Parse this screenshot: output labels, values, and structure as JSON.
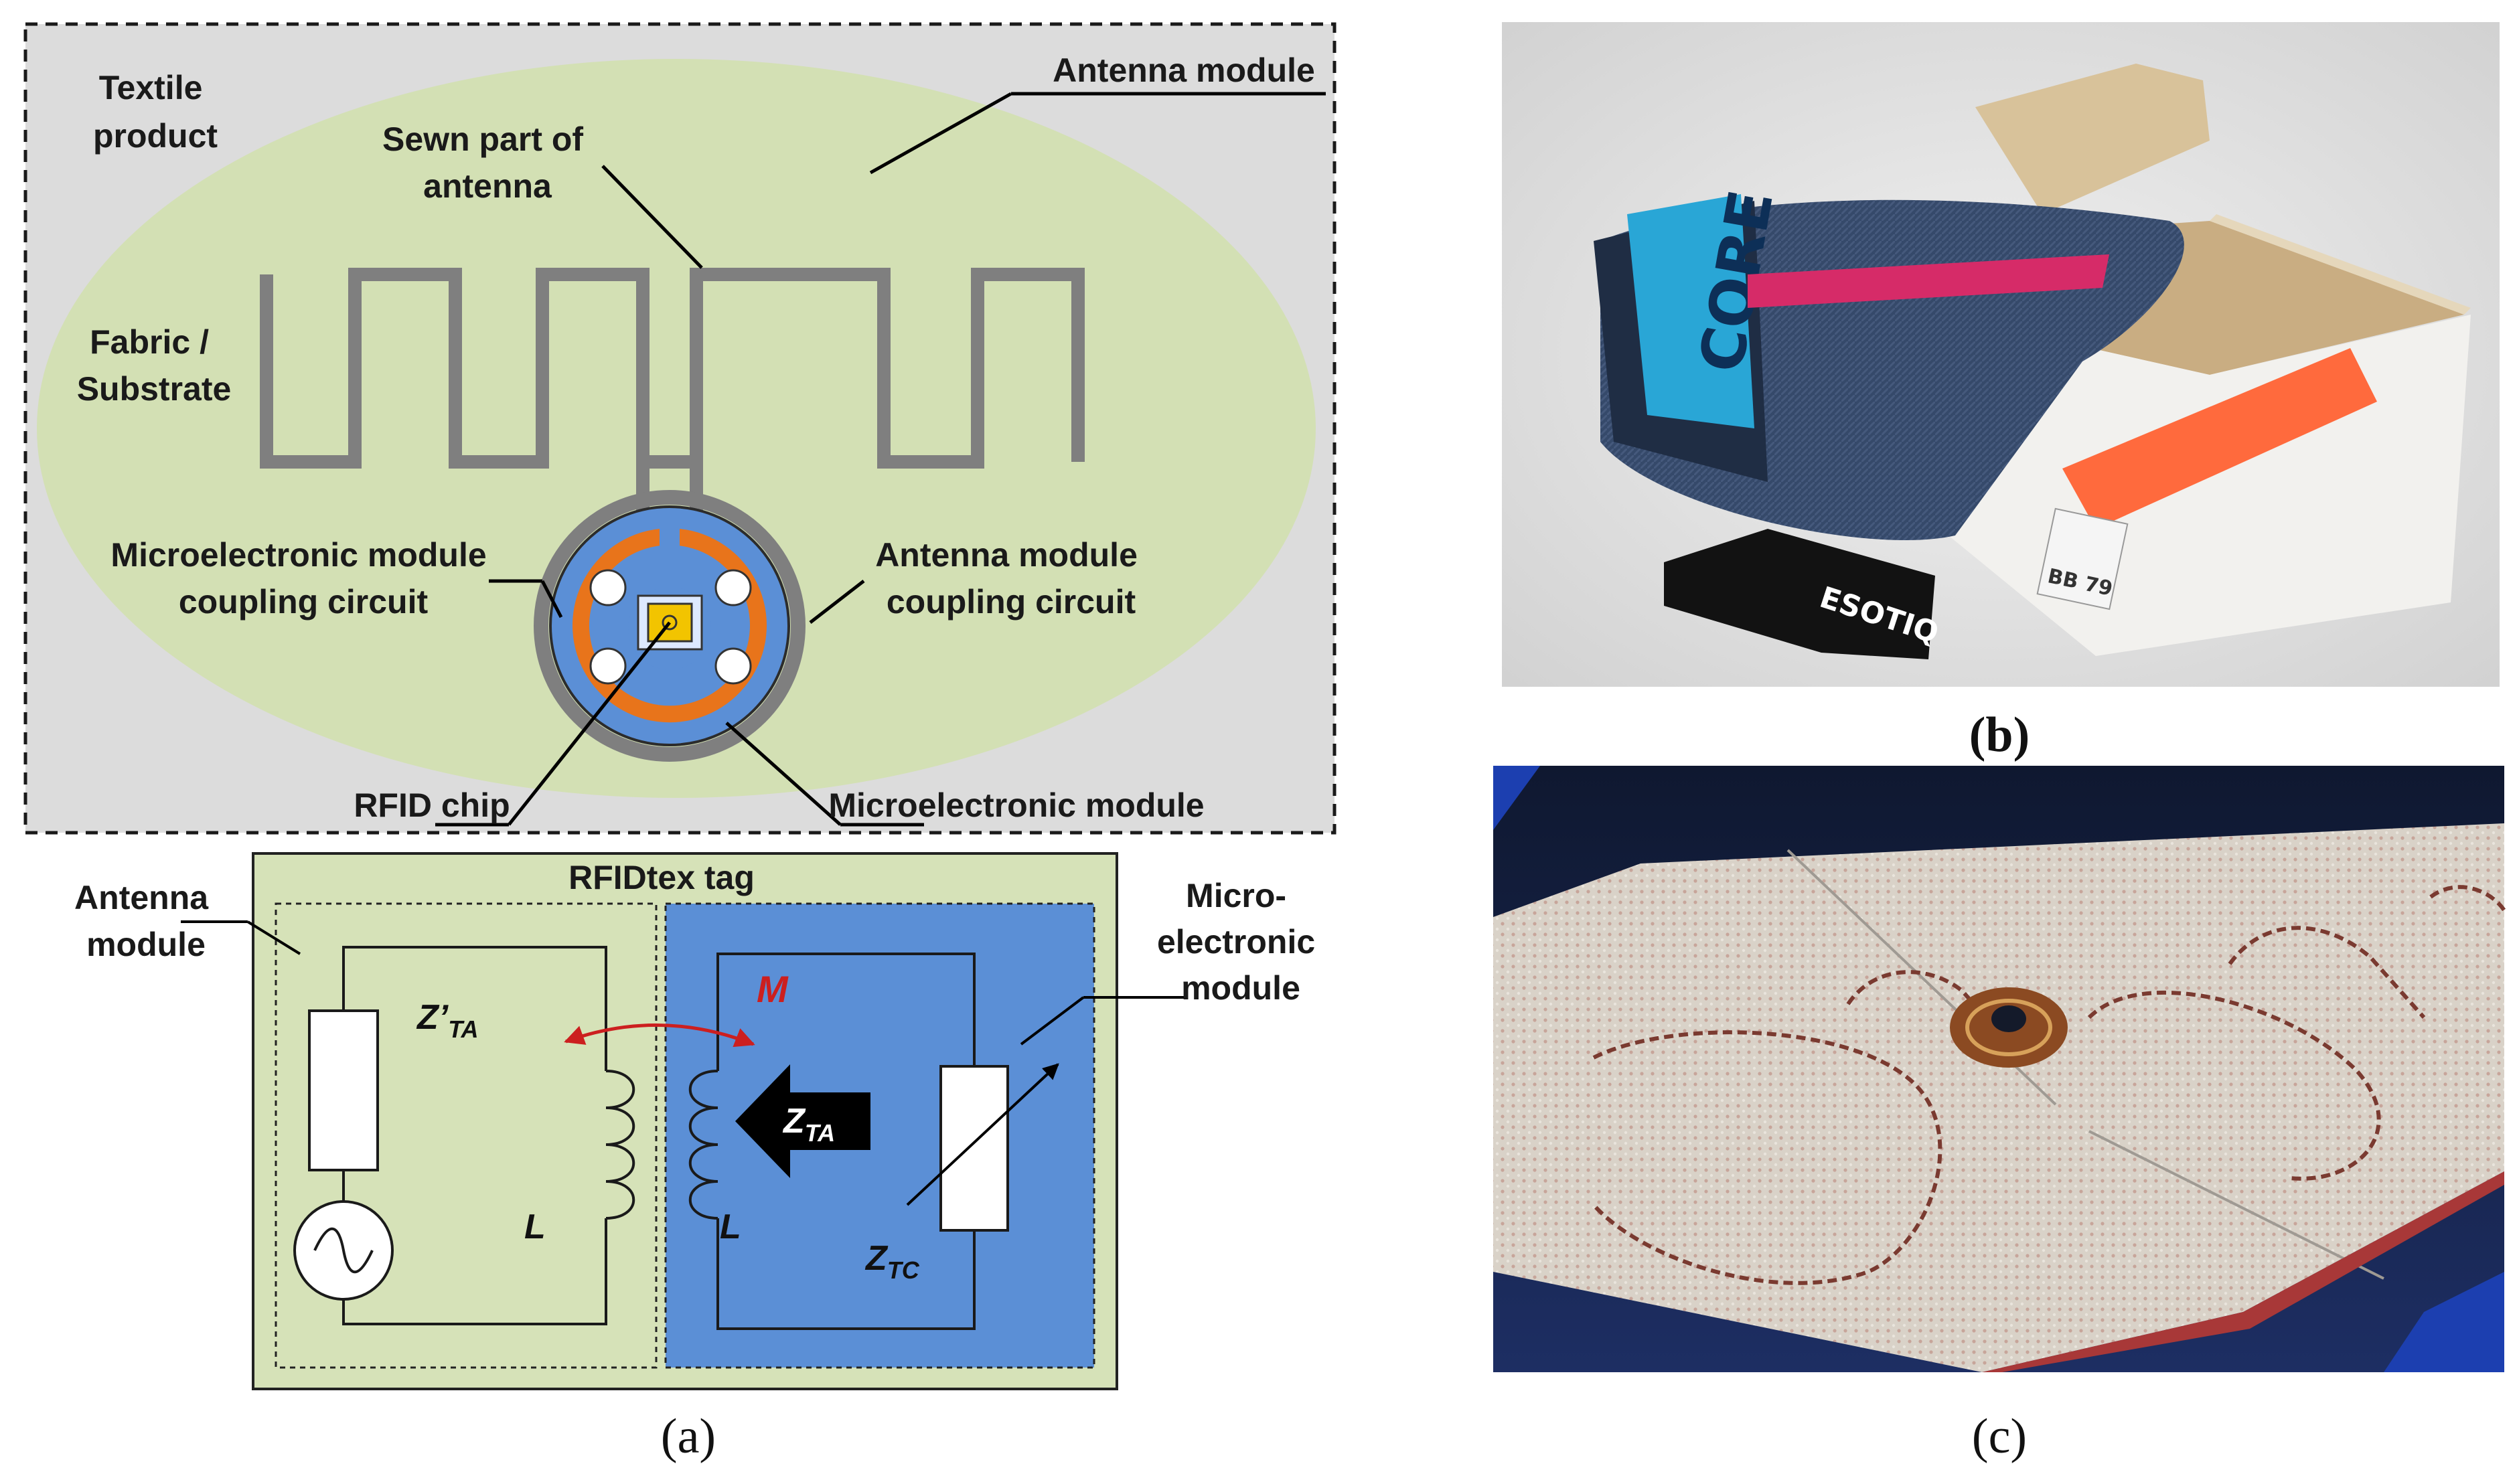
{
  "panel_a": {
    "top": {
      "textile_product": [
        "Textile",
        "product"
      ],
      "antenna_module": "Antenna module",
      "sewn_part": [
        "Sewn part of",
        "antenna"
      ],
      "fabric_substrate": [
        "Fabric /",
        "Substrate"
      ],
      "microelectronic_coupling": [
        "Microelectronic module",
        "coupling circuit"
      ],
      "antenna_coupling": [
        "Antenna module",
        "coupling circuit"
      ],
      "rfid_chip": "RFID chip",
      "microelectronic_module": "Microelectronic  module"
    },
    "bottom": {
      "tag_title": "RFIDtex tag",
      "antenna_module": [
        "Antenna",
        "module"
      ],
      "micro_module": [
        "Micro-",
        "electronic",
        "module"
      ],
      "z_ta_prime_main": "Z’",
      "z_ta_prime_sub": "TA",
      "l_left": "L",
      "l_right": "L",
      "m": "M",
      "z_ta_main": "Z",
      "z_ta_sub": "TA",
      "z_tc_main": "Z",
      "z_tc_sub": "TC"
    },
    "caption": "(a)"
  },
  "panel_b": {
    "caption": "(b)",
    "tag_text": "ESOTIQ",
    "waistband_text": "CORE",
    "box_code": "BB 79"
  },
  "panel_c": {
    "caption": "(c)"
  },
  "colors": {
    "diagram_background": "#dcdcdc",
    "antenna_ellipse": "#d3e0b4",
    "antenna_trace": "#7f7f7f",
    "module_blue": "#5b8fd6",
    "coupling_orange": "#e8741b",
    "chip_yellow": "#f2c400",
    "tag_box_green": "#d6e2b8",
    "mutual_inductance_red": "#cc1f1f"
  }
}
